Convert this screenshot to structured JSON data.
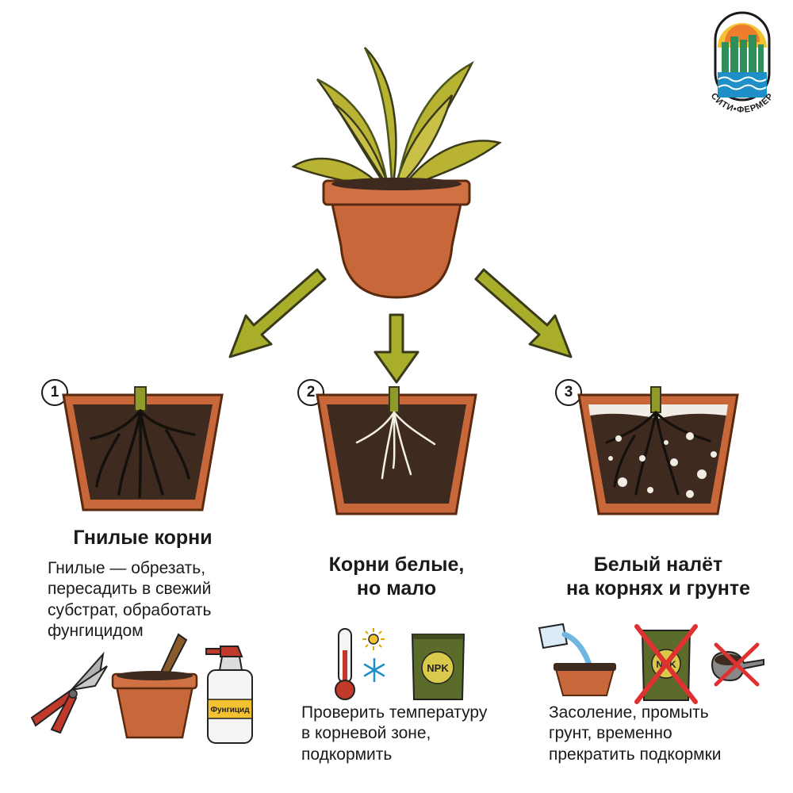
{
  "logo": {
    "text": "СИТИ•ФЕРМЕР"
  },
  "colors": {
    "pot": "#c8683a",
    "pot_dark": "#9e4a25",
    "soil": "#3e2a1f",
    "arrow": "#a8ad2a",
    "leaf": "#b9b334",
    "leaf_dark": "#6f7420",
    "red_x": "#e03131"
  },
  "cases": [
    {
      "number": "1",
      "title": "Гнилые корни",
      "description": [
        "Гнилые — обрезать,",
        "пересадить в свежий",
        "субстрат, обработать",
        "фунгицидом"
      ],
      "tools": [
        "pruning-shears-icon",
        "pot-with-trowel-icon",
        "fungicide-spray-icon"
      ],
      "spray_label": "Фунгицид"
    },
    {
      "number": "2",
      "title": [
        "Корни белые,",
        "но мало"
      ],
      "description": [
        "Проверить температуру",
        "в корневой зоне,",
        "подкормить"
      ],
      "tools": [
        "thermometer-icon",
        "sun-icon",
        "snowflake-icon",
        "npk-fertilizer-bag-icon"
      ],
      "bag_label": "NPK"
    },
    {
      "number": "3",
      "title": [
        "Белый налёт",
        "на корнях и грунте"
      ],
      "description": [
        "Засоление, промыть",
        "грунт, временно",
        "прекратить подкормки"
      ],
      "tools": [
        "watering-pot-icon",
        "crossed-npk-bag-icon",
        "crossed-scoop-icon"
      ],
      "bag_label": "NPK"
    }
  ]
}
